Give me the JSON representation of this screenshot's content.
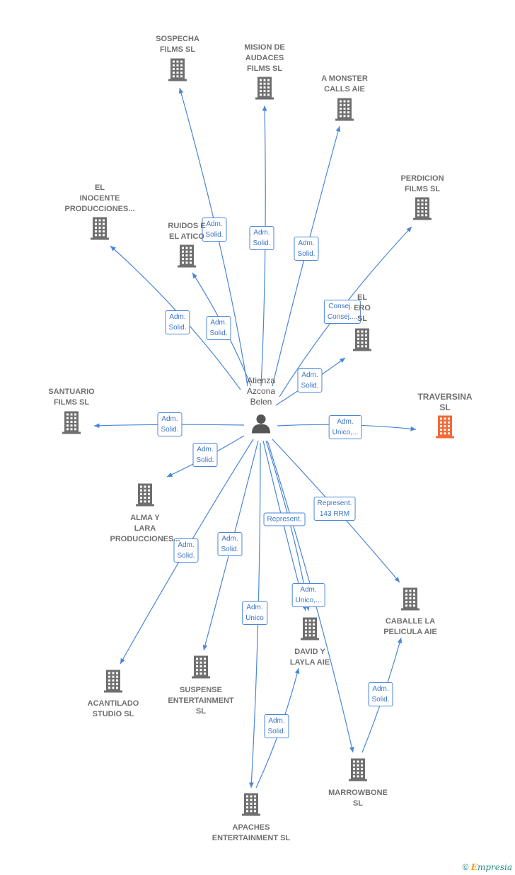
{
  "center": {
    "label": "Atienza\nAzcona\nBelen"
  },
  "colors": {
    "edge": "#4a86d8",
    "building": "#6f6f6f",
    "highlight": "#f26a35"
  },
  "nodes": [
    {
      "id": "sospecha",
      "label": "SOSPECHA\nFILMS  SL"
    },
    {
      "id": "mision",
      "label": "MISION DE\nAUDACES\nFILMS  SL"
    },
    {
      "id": "monster",
      "label": "A MONSTER\nCALLS AIE"
    },
    {
      "id": "perdicion",
      "label": "PERDICION\nFILMS  SL"
    },
    {
      "id": "inocente",
      "label": "EL\nINOCENTE\nPRODUCCIONES..."
    },
    {
      "id": "ruidos",
      "label": "RUIDOS E\nEL ATICO"
    },
    {
      "id": "elotro",
      "label": "EL\nERO\nSL"
    },
    {
      "id": "santuario",
      "label": "SANTUARIO\nFILMS  SL"
    },
    {
      "id": "traversina",
      "label": "TRAVERSINA\nSL",
      "highlight": true
    },
    {
      "id": "alma",
      "label": "ALMA Y\nLARA\nPRODUCCIONES..."
    },
    {
      "id": "caballe",
      "label": "CABALLE LA\nPELICULA  AIE"
    },
    {
      "id": "david",
      "label": "DAVID Y\nLAYLA AIE"
    },
    {
      "id": "acantilado",
      "label": "ACANTILADO\nSTUDIO  SL"
    },
    {
      "id": "suspense",
      "label": "SUSPENSE\nENTERTAINMENT\nSL"
    },
    {
      "id": "marrowbone",
      "label": "MARROWBONE\nSL"
    },
    {
      "id": "apaches",
      "label": "APACHES\nENTERTAINMENT SL"
    }
  ],
  "edges": [
    {
      "to": "sospecha",
      "label": "Adm.\nSolid."
    },
    {
      "to": "mision",
      "label": "Adm.\nSolid."
    },
    {
      "to": "monster",
      "label": "Adm.\nSolid."
    },
    {
      "to": "perdicion",
      "label": "Consej. .\nConsej...."
    },
    {
      "to": "inocente",
      "label": "Adm.\nSolid."
    },
    {
      "to": "ruidos",
      "label": "Adm.\nSolid."
    },
    {
      "to": "elotro",
      "label": "Adm.\nSolid."
    },
    {
      "to": "santuario",
      "label": "Adm.\nSolid."
    },
    {
      "to": "traversina",
      "label": "Adm.\nUnico,..."
    },
    {
      "to": "alma",
      "label": "Adm.\nSolid."
    },
    {
      "to": "caballe",
      "label": "Represent.\n143 RRM"
    },
    {
      "to": "david",
      "label": "Represent."
    },
    {
      "to": "david",
      "label": "Adm.\nUnico,..."
    },
    {
      "to": "acantilado",
      "label": "Adm.\nSolid."
    },
    {
      "to": "suspense",
      "label": "Adm.\nSolid."
    },
    {
      "to": "apaches",
      "label": "Adm.\nUnico"
    },
    {
      "to": "marrowbone",
      "label": ""
    },
    {
      "to": "david",
      "label": "Adm.\nSolid."
    },
    {
      "to": "caballe",
      "label": "Adm.\nSolid."
    }
  ],
  "watermark": {
    "symbol": "©",
    "e": "E",
    "brand": "mpresia"
  }
}
